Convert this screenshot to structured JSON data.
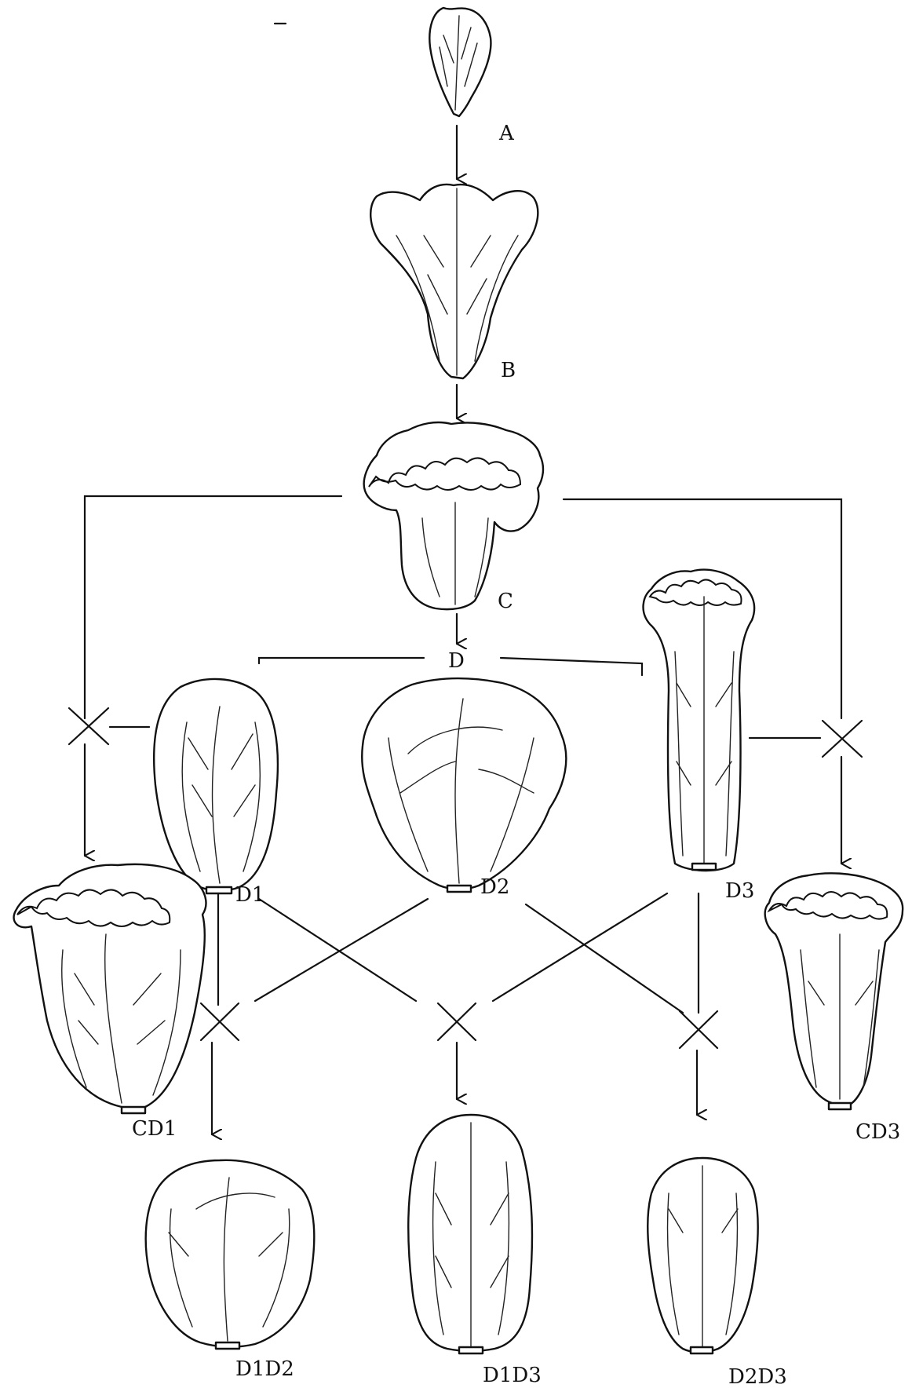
{
  "diagram": {
    "nodes": [
      {
        "id": "A",
        "label": "A"
      },
      {
        "id": "B",
        "label": "B"
      },
      {
        "id": "C",
        "label": "C"
      },
      {
        "id": "D",
        "label": "D"
      },
      {
        "id": "D1",
        "label": "D1"
      },
      {
        "id": "D2",
        "label": "D2"
      },
      {
        "id": "D3",
        "label": "D3"
      },
      {
        "id": "CD1",
        "label": "CD1"
      },
      {
        "id": "CD3",
        "label": "CD3"
      },
      {
        "id": "D1D2",
        "label": "D1D2"
      },
      {
        "id": "D1D3",
        "label": "D1D3"
      },
      {
        "id": "D2D3",
        "label": "D2D3"
      }
    ],
    "labels": {
      "A": "A",
      "B": "B",
      "C": "C",
      "D": "D",
      "D1": "D1",
      "D2": "D2",
      "D3": "D3",
      "CD1": "CD1",
      "CD3": "CD3",
      "D1D2": "D1D2",
      "D1D3": "D1D3",
      "D2D3": "D2D3"
    },
    "edges": [
      {
        "from": "A",
        "to": "B",
        "type": "arrow"
      },
      {
        "from": "B",
        "to": "C",
        "type": "arrow"
      },
      {
        "from": "C",
        "to": "D",
        "type": "arrow"
      },
      {
        "from": "C",
        "to": "CD1",
        "type": "cross",
        "with": "D1"
      },
      {
        "from": "C",
        "to": "CD3",
        "type": "cross",
        "with": "D3"
      },
      {
        "from": "D1",
        "to": "D1D2",
        "type": "cross",
        "with": "D2"
      },
      {
        "from": "D1",
        "to": "D1D3",
        "type": "cross",
        "with": "D3"
      },
      {
        "from": "D2",
        "to": "D2D3",
        "type": "cross",
        "with": "D3"
      }
    ],
    "colors": {
      "ink": "#111111",
      "paper": "#ffffff"
    }
  }
}
